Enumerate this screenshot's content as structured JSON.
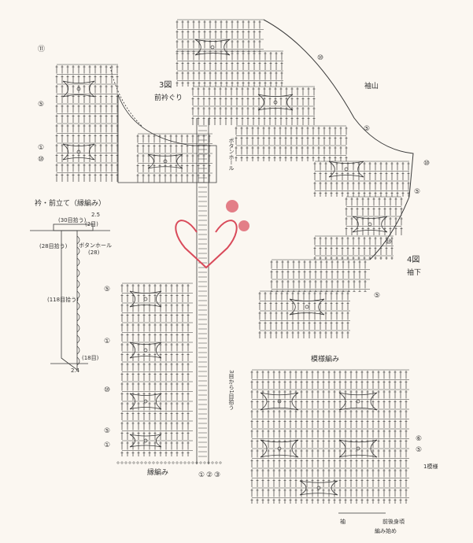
{
  "figure_labels": {
    "fig3_number": "3図",
    "fig3_title": "前衿ぐり",
    "fig4_number": "4図",
    "fig4_title": "袖下",
    "sleeve_cap": "袖山",
    "collar_title": "衿・前立て（縁編み）",
    "edge_title": "縁編み",
    "pattern_title": "模様編み",
    "button_hole": "ボタンホール",
    "button_hole_small": "ボタンホール",
    "rows_note": "3目から1目拾う",
    "pattern_repeat": "1模様",
    "sleeve_label": "袖",
    "start_label": "編み始め",
    "start_label2": "前後身頃"
  },
  "row_marks": {
    "fig3_left": [
      "⑪",
      "⑤",
      "①",
      "⑩"
    ],
    "fig4": [
      "⑩",
      "⑤",
      "⑩",
      "⑤",
      "⑩",
      "⑤"
    ],
    "body_left": [
      "⑤",
      "①",
      "⑩",
      "⑤",
      "①"
    ],
    "bottom_nums": [
      "①",
      "②",
      "③"
    ],
    "pattern_right": [
      "⑥",
      "⑤"
    ]
  },
  "collar_notes": {
    "top": "(30目拾う)",
    "left1": "(28目拾う)",
    "left2": "(118目拾う)",
    "right": "(2目)",
    "mid": "(28)",
    "bottom": "(18目)",
    "small1": "2.5",
    "small2": "2.4"
  },
  "colors": {
    "line": "#3a3a3a",
    "background": "#fbf7f1",
    "watermark": "#d94a5a"
  }
}
